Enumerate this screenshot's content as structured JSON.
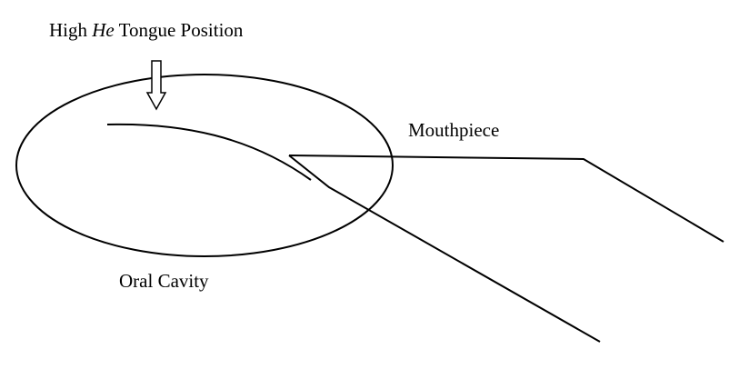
{
  "labels": {
    "tongue_position": {
      "prefix": "High ",
      "italic": "He",
      "suffix": " Tongue Position"
    },
    "mouthpiece": "Mouthpiece",
    "oral_cavity": "Oral Cavity"
  },
  "colors": {
    "stroke": "#000000",
    "background": "#ffffff"
  },
  "icons": {
    "arrow": "down-arrow-icon"
  }
}
